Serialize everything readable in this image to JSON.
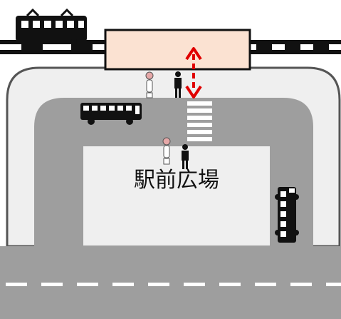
{
  "plaza": {
    "label": "駅前広場"
  },
  "colors": {
    "road": "#9e9e9e",
    "outer_plaza": "#efefef",
    "inner_plaza": "#efefef",
    "station_building": "#fbe2d2",
    "arrow": "#e00000",
    "vehicles": "#111111",
    "crosswalk": "#ffffff",
    "lane_marking": "#ffffff"
  },
  "icons": {
    "train": "train-icon",
    "station": "station-building",
    "bus": "bus-icon",
    "pedestrian": "pedestrian-icon",
    "person": "person-icon",
    "arrow": "double-arrow-icon",
    "crosswalk": "crosswalk"
  }
}
